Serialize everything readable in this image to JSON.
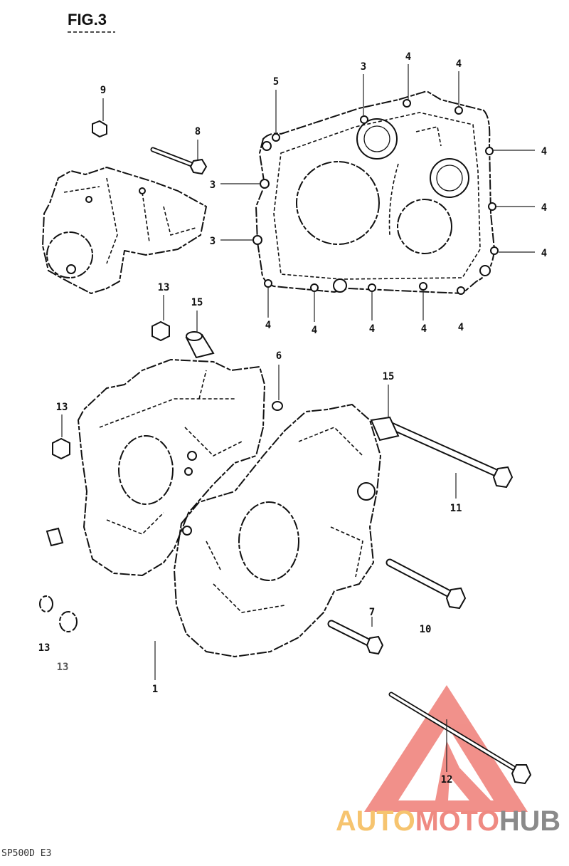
{
  "figure": {
    "title": "FIG.3",
    "code": "SP500D E3"
  },
  "labels": [
    "9",
    "8",
    "5",
    "3",
    "4",
    "4",
    "4",
    "4",
    "4",
    "3",
    "3",
    "4",
    "4",
    "4",
    "4",
    "4",
    "13",
    "15",
    "6",
    "15",
    "13",
    "11",
    "7",
    "10",
    "13",
    "13",
    "1",
    "12"
  ],
  "logo": {
    "auto": "AUTO",
    "moto": "MOTO",
    "hub": "HUB"
  },
  "colors": {
    "ink": "#111111",
    "logo_mark": "#f0857e",
    "logo_auto": "#f6c46f",
    "logo_moto": "#ef8a82",
    "logo_hub": "#8a8a8a"
  }
}
